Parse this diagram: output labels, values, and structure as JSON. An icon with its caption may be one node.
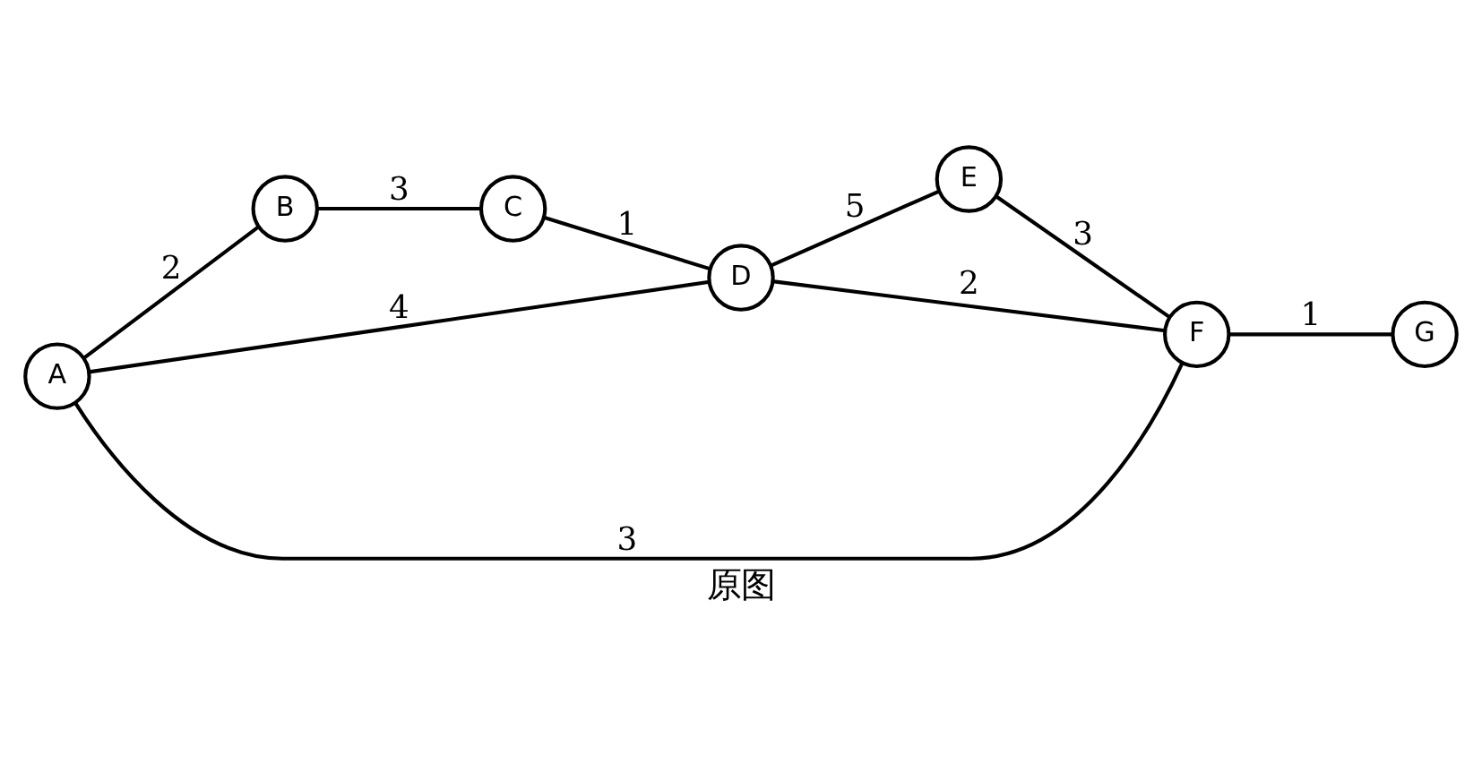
{
  "diagram": {
    "caption": "原图",
    "nodes": [
      {
        "text": [
          "A"
        ]
      },
      {
        "text": [
          "B"
        ]
      },
      {
        "text": [
          "C"
        ]
      },
      {
        "text": [
          "D"
        ]
      },
      {
        "text": [
          "E"
        ]
      },
      {
        "text": [
          "F"
        ]
      },
      {
        "text": [
          "G"
        ]
      }
    ],
    "edges": [
      {
        "from": 0,
        "to": 1,
        "arrow": "none",
        "label": "2"
      },
      {
        "from": 0,
        "to": 3,
        "arrow": "none",
        "label": "4"
      },
      {
        "from": 0,
        "to": 5,
        "arrow": "none",
        "label": "3"
      },
      {
        "from": 1,
        "to": 2,
        "arrow": "none",
        "label": "3"
      },
      {
        "from": 2,
        "to": 3,
        "arrow": "none",
        "label": "1"
      },
      {
        "from": 3,
        "to": 5,
        "arrow": "none",
        "label": "2"
      },
      {
        "from": 3,
        "to": 4,
        "arrow": "none",
        "label": "5"
      },
      {
        "from": 4,
        "to": 5,
        "arrow": "none",
        "label": "3"
      },
      {
        "from": 5,
        "to": 6,
        "arrow": "none",
        "label": "1"
      }
    ]
  }
}
